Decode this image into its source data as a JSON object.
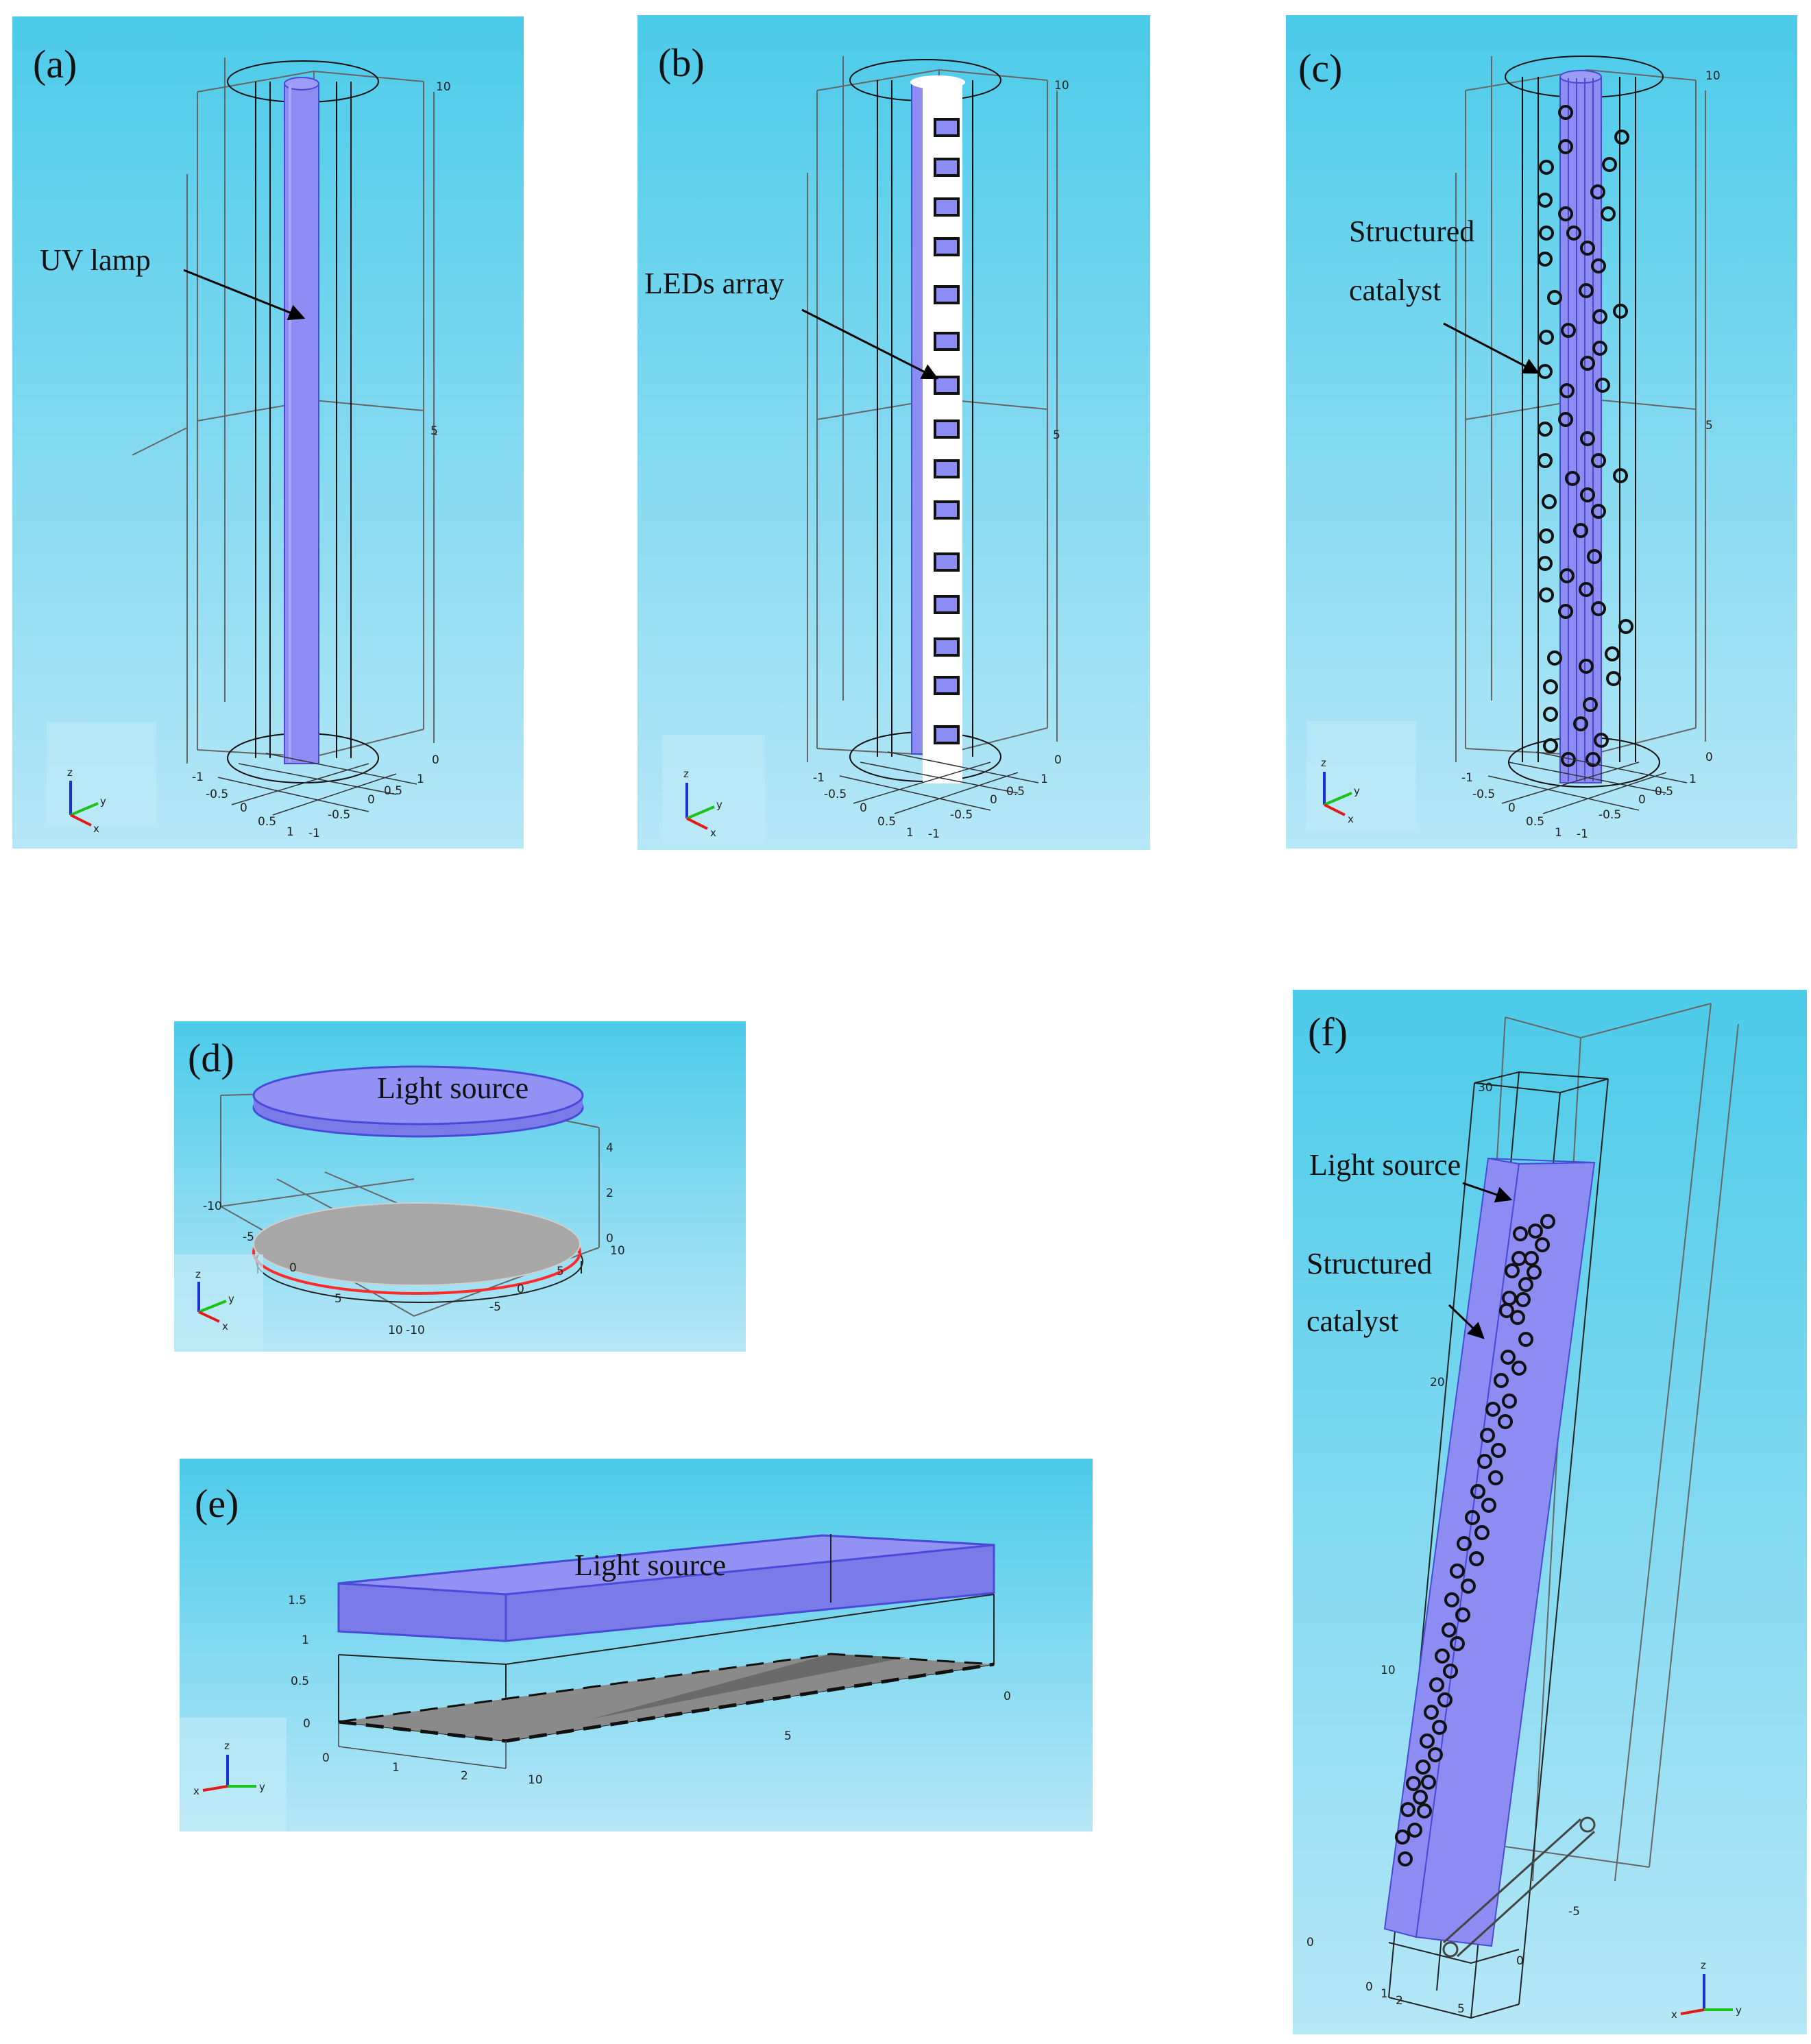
{
  "panels": {
    "a": {
      "label": "(a)",
      "annotation": "UV lamp",
      "ticks_z": [
        "10",
        "5",
        "0"
      ],
      "ticks_base": [
        "-1",
        "-0.5",
        "0",
        "0.5",
        "1",
        "-1",
        "-0.5",
        "0",
        "0.5",
        "1"
      ]
    },
    "b": {
      "label": "(b)",
      "annotation": "LEDs array",
      "ticks_z": [
        "10",
        "5",
        "0"
      ],
      "ticks_base": [
        "-1",
        "-0.5",
        "0",
        "0.5",
        "1",
        "-1",
        "-0.5",
        "0",
        "0.5",
        "1"
      ]
    },
    "c": {
      "label": "(c)",
      "annotation_line1": "Structured",
      "annotation_line2": "catalyst",
      "ticks_z": [
        "10",
        "5",
        "0"
      ],
      "ticks_base": [
        "-1",
        "-0.5",
        "0",
        "0.5",
        "1",
        "-1",
        "-0.5",
        "0",
        "0.5",
        "1"
      ]
    },
    "d": {
      "label": "(d)",
      "annotation": "Light source",
      "ticks_z": [
        "4",
        "2",
        "0"
      ],
      "ticks_x": [
        "-10",
        "-5",
        "0",
        "5",
        "10"
      ],
      "ticks_y": [
        "10",
        "5",
        "0",
        "-5",
        "-10"
      ]
    },
    "e": {
      "label": "(e)",
      "annotation": "Light source",
      "ticks_z": [
        "1.5",
        "1",
        "0.5",
        "0"
      ],
      "ticks_x": [
        "0",
        "1",
        "2"
      ],
      "ticks_y": [
        "10",
        "5",
        "0"
      ]
    },
    "f": {
      "label": "(f)",
      "annotation_light": "Light source",
      "annotation_line1": "Structured",
      "annotation_line2": "catalyst",
      "ticks_z": [
        "30",
        "20",
        "10",
        "0"
      ],
      "ticks_x": [
        "0",
        "1",
        "2"
      ],
      "ticks_y": [
        "5",
        "0",
        "-5"
      ]
    }
  },
  "triad": {
    "z": "z",
    "y": "y",
    "x": "x"
  },
  "colors": {
    "background_top": "#4ccbea",
    "background_bottom": "#b6e7f6",
    "lamp": "#8c8cf2",
    "lamp_edge": "#4a4ad8",
    "catalyst_disc": "#a7a7a7",
    "catalyst_edge": "#ff2a2a"
  }
}
